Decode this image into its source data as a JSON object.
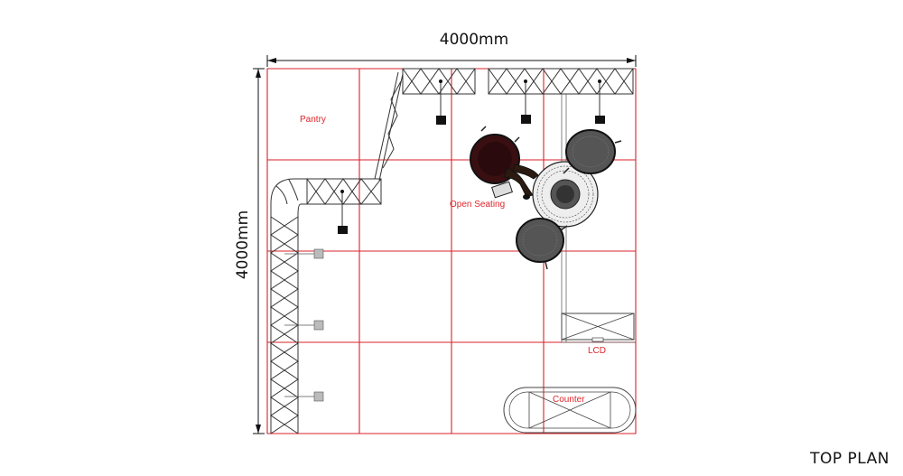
{
  "dimensions": {
    "width_label": "4000mm",
    "height_label": "4000mm"
  },
  "zones": {
    "pantry": "Pantry",
    "open_seating": "Open Seating",
    "lcd": "LCD",
    "counter": "Counter"
  },
  "plan_title": "TOP PLAN",
  "colors": {
    "grid_red": "#d9222a",
    "label_red": "#e0262b",
    "line_dark": "#333333"
  }
}
